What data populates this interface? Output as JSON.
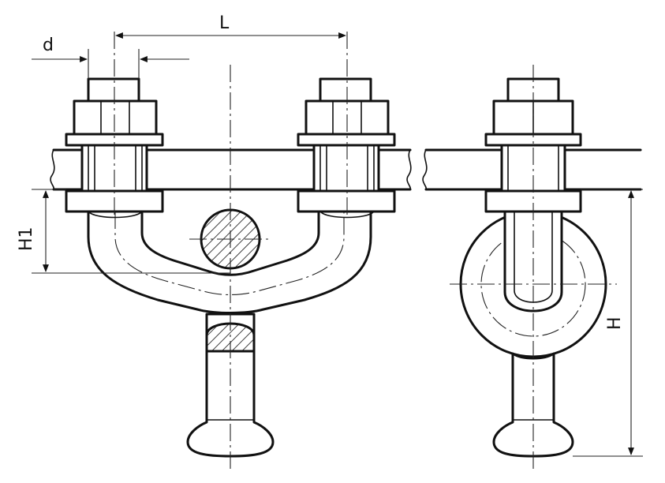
{
  "labels": {
    "d": "d",
    "L": "L",
    "H1": "H1",
    "H": "H"
  },
  "views": {
    "front": "front-view",
    "side": "side-view"
  },
  "colors": {
    "line": "#111111",
    "background": "#ffffff"
  }
}
